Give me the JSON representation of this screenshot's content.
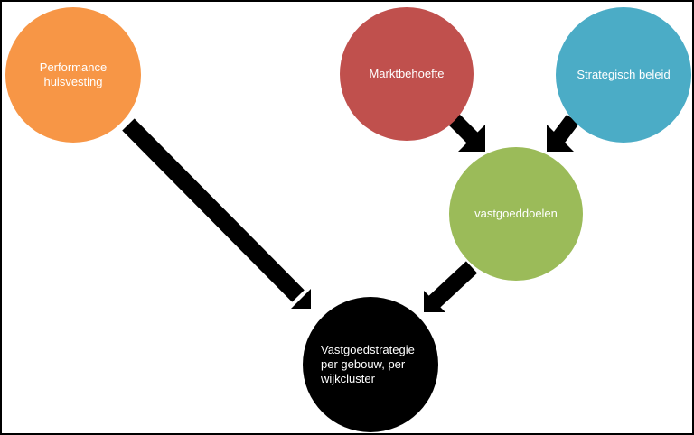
{
  "nodes": {
    "performance": {
      "label": "Performance huisvesting",
      "color": "#f79646"
    },
    "markt": {
      "label": "Marktbehoefte",
      "color": "#c0504d"
    },
    "beleid": {
      "label": "Strategisch beleid",
      "color": "#4bacc6"
    },
    "doelen": {
      "label": "vastgoeddoelen",
      "color": "#9bbb59"
    },
    "strategie": {
      "label": "Vastgoedstrategie per gebouw, per wijkcluster",
      "color": "#000000"
    }
  },
  "edges": [
    {
      "from": "Performance huisvesting",
      "to": "Vastgoedstrategie per gebouw, per wijkcluster"
    },
    {
      "from": "Marktbehoefte",
      "to": "vastgoeddoelen"
    },
    {
      "from": "Strategisch beleid",
      "to": "vastgoeddoelen"
    },
    {
      "from": "vastgoeddoelen",
      "to": "Vastgoedstrategie per gebouw, per wijkcluster"
    }
  ]
}
